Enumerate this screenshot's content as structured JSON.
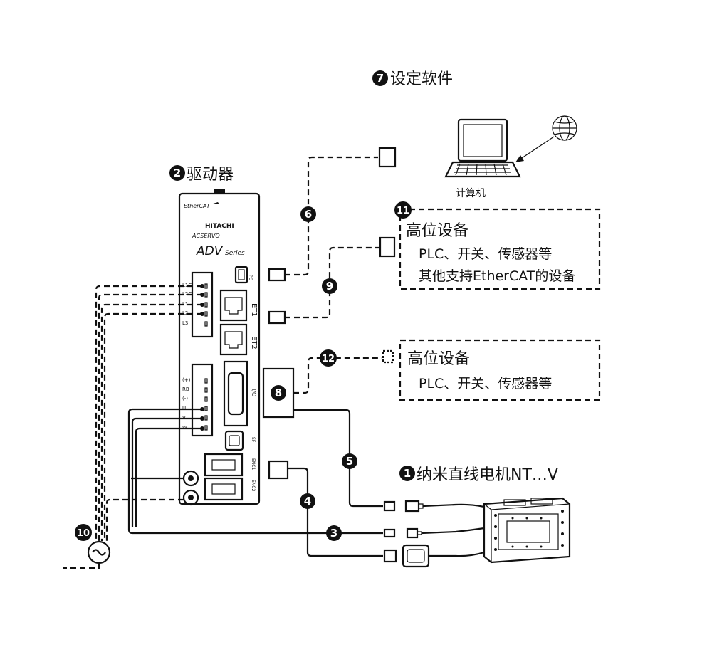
{
  "labels": {
    "software": "设定软件",
    "software_num": "7",
    "driver": "驱动器",
    "driver_num": "2",
    "computer": "计算机",
    "host1_title": "高位设备",
    "host1_line1": "PLC、开关、传感器等",
    "host1_line2": "其他支持EtherCAT的设备",
    "host1_num": "11",
    "host2_title": "高位设备",
    "host2_line1": "PLC、开关、传感器等",
    "host2_num": "12",
    "motor": "纳米直线电机NT…V",
    "motor_num": "1"
  },
  "driver_panel": {
    "brand_line": "EtherCAT",
    "maker": "HITACHI",
    "model": "ACSERVO",
    "series": "ADV",
    "series_suffix": "Series",
    "port_pc": "PC",
    "port_et1": "ET1",
    "port_et2": "ET2",
    "port_io": "I/O",
    "port_sf": "SF",
    "port_enc1": "ENC1",
    "port_enc2": "ENC2",
    "power_terminals": [
      "L1C",
      "L2C",
      "L1",
      "L2",
      "L3"
    ],
    "motor_terminals": [
      "(+)",
      "RB",
      "(-)",
      "U",
      "V",
      "W"
    ]
  },
  "callouts": {
    "n3": "3",
    "n4": "4",
    "n5": "5",
    "n6": "6",
    "n8": "8",
    "n9": "9",
    "n10": "10"
  }
}
